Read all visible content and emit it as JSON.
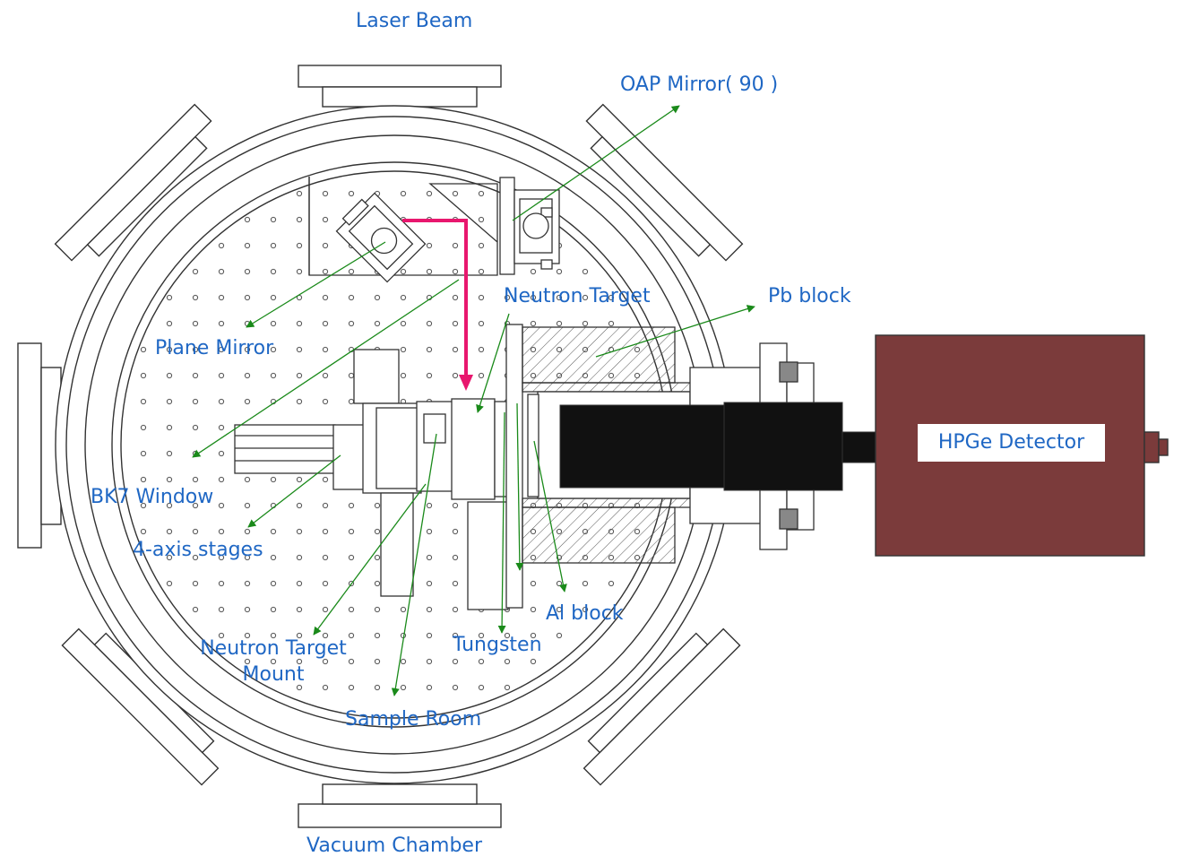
{
  "labels": {
    "laser_beam": "Laser Beam",
    "oap_mirror": "OAP Mirror( 90 )",
    "plane_mirror": "Plane Mirror",
    "neutron_target": "Neutron Target",
    "pb_block": "Pb block",
    "bk7_window": "BK7 Window",
    "four_axis_stages": "4-axis stages",
    "neutron_target_mount_line1": "Neutron Target",
    "neutron_target_mount_line2": "Mount",
    "sample_room": "Sample Room",
    "tungsten": "Tungsten",
    "al_block": "Al block",
    "vacuum_chamber": "Vacuum Chamber",
    "hpge_detector": "HPGe Detector"
  },
  "colors": {
    "label_text": "#1f67c4",
    "leader_line": "#1a8a1a",
    "laser_path": "#e8176e",
    "detector_body": "#7b3b3b",
    "detector_crystal": "#111111",
    "drawing_line": "#333333"
  }
}
